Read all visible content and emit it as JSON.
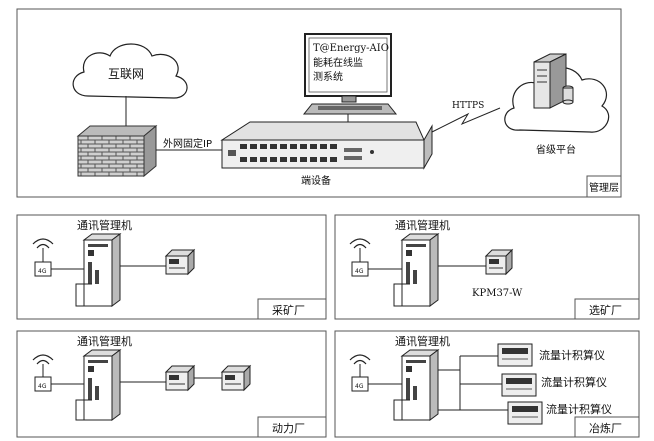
{
  "management": {
    "internet_label": "互联网",
    "fixed_ip_label": "外网固定IP",
    "monitor_text": [
      "T@Energy-AIO",
      "能耗在线监",
      "测系统"
    ],
    "device_label": "端设备",
    "https_label": "HTTPS",
    "platform_label": "省级平台",
    "layer_label": "管理层"
  },
  "factories": [
    {
      "title": "通讯管理机",
      "label": "采矿厂",
      "signal": "4G"
    },
    {
      "title": "通讯管理机",
      "label": "选矿厂",
      "signal": "4G",
      "meter_label": "KPM37-W"
    },
    {
      "title": "通讯管理机",
      "label": "动力厂",
      "signal": "4G"
    },
    {
      "title": "通讯管理机",
      "label": "冶炼厂",
      "signal": "4G",
      "instruments": [
        "流量计积算仪",
        "流量计积算仪",
        "流量计积算仪"
      ]
    }
  ]
}
